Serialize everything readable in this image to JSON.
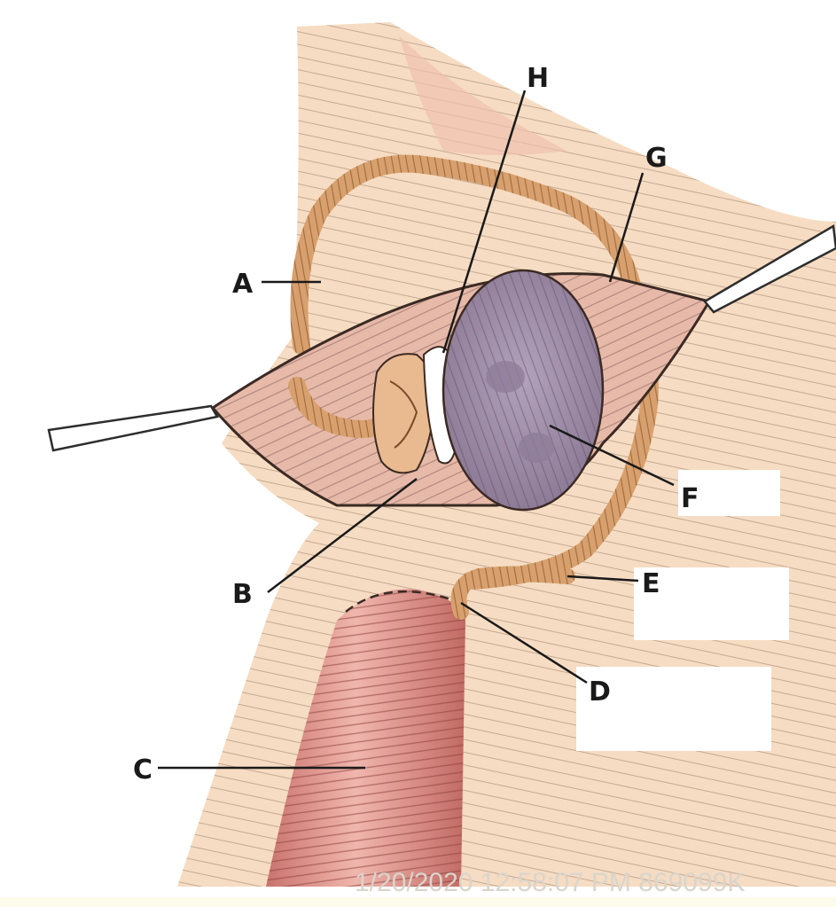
{
  "labels": {
    "A": "A",
    "B": "B",
    "C": "C",
    "D": "D",
    "E": "E",
    "F": "F",
    "G": "G",
    "H": "H"
  },
  "watermark": "1/20/2020 12:58:07 PM 869099K",
  "colors": {
    "background": "#ffffff",
    "skin": "#f2d2b2",
    "muscle_bg": "#e6b7a4",
    "sac": "#9b8aa2",
    "vessel": "#d8a06e",
    "cord": "#d4857d",
    "line": "#1a1a1a"
  }
}
